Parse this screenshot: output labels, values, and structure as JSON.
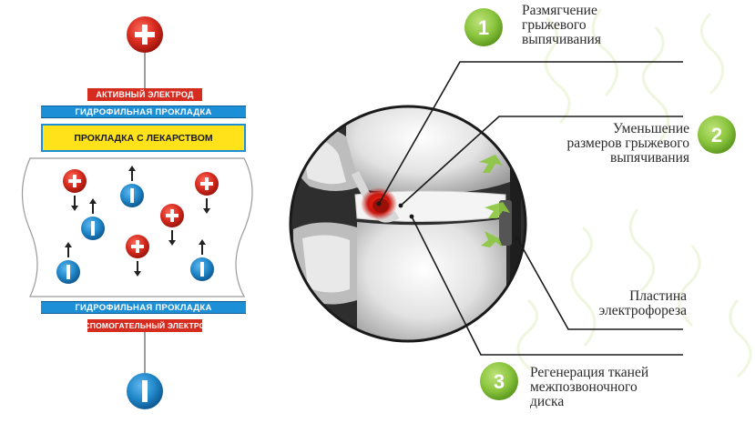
{
  "left": {
    "active_electrode": "АКТИВНЫЙ ЭЛЕКТРОД",
    "hydrophilic_top": "ГИДРОФИЛЬНАЯ ПРОКЛАДКА",
    "drug_pad": "ПРОКЛАДКА С ЛЕКАРСТВОМ",
    "hydrophilic_bottom": "ГИДРОФИЛЬНАЯ ПРОКЛАДКА",
    "aux_electrode": "ВСПОМОГАТЕЛЬНЫЙ ЭЛЕКТРОД"
  },
  "steps": [
    {
      "number": "1",
      "text_lines": [
        "Размягчение",
        "грыжевого",
        "выпячивания"
      ]
    },
    {
      "number": "2",
      "text_lines": [
        "Уменьшение",
        "размеров грыжевого",
        "выпячивания"
      ]
    },
    {
      "number": "3",
      "text_lines": [
        "Регенерация тканей",
        "межпозвоночного",
        "диска"
      ]
    }
  ],
  "plate_label_lines": [
    "Пластина",
    "электрофореза"
  ],
  "colors": {
    "electrode_red": "#d62b1f",
    "pad_blue": "#1d8fd6",
    "drug_yellow": "#ffe21a",
    "step_green": "#8cc63f",
    "ion_blue": "#1f87c9"
  },
  "icons": [
    "plus-icon",
    "minus-icon",
    "arrow-icon"
  ]
}
